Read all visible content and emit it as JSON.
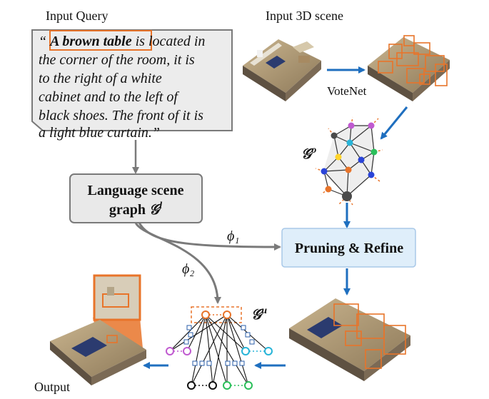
{
  "labels": {
    "input_query": "Input Query",
    "input_3d_scene": "Input 3D scene",
    "votenet": "VoteNet",
    "output": "Output"
  },
  "query": {
    "open_quote": "“ ",
    "highlight": "A brown table",
    "line1_rest": " is located in",
    "line2": "the corner of the room, it is",
    "line3": "to the right of a white",
    "line4": "cabinet and to the left of",
    "line5": "black shoes. The front of it is",
    "line6": "a light blue curtain.”"
  },
  "boxes": {
    "language_graph_line1": "Language scene",
    "language_graph_line2": "graph",
    "language_graph_symbol": "𝒢",
    "language_graph_sup": "l",
    "pruning_refine": "Pruning & Refine"
  },
  "graph_labels": {
    "go_symbol": "𝒢",
    "go_sup": "o",
    "gu_symbol": "𝒢",
    "gu_sup": "u"
  },
  "edges": {
    "phi1": "ϕ₁",
    "phi2": "ϕ₂"
  },
  "colors": {
    "highlight": "#e8742a",
    "arrow_blue": "#1f6fbf",
    "arrow_gray": "#7a7a7a",
    "box_blue_fill": "#dfeefa",
    "box_gray_fill": "#e9e9e9",
    "node_purple": "#c05ad0",
    "node_cyan": "#27b4d8",
    "node_green": "#2bbf5a",
    "node_blue": "#2a44d8",
    "node_yellow": "#ffd42a",
    "node_dark": "#4b4b4b"
  }
}
